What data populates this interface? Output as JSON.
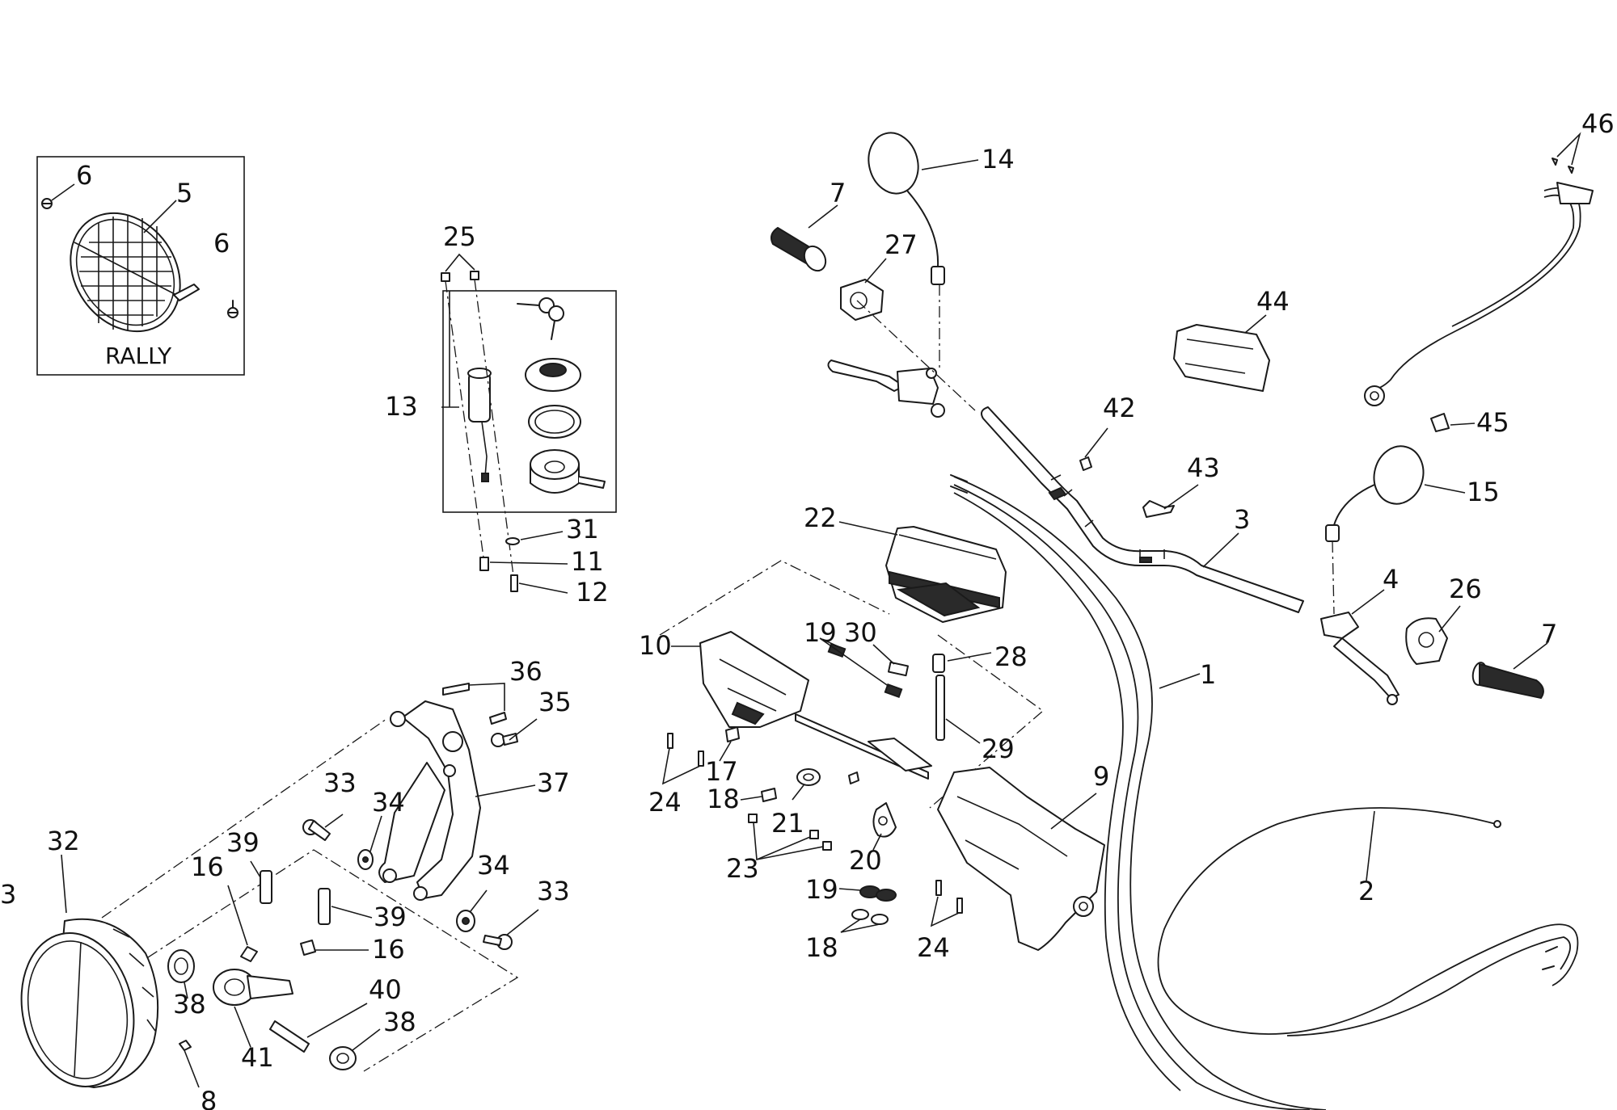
{
  "inset_caption": "RALLY",
  "callouts": {
    "c1": "1",
    "c2": "2",
    "c3": "3",
    "c4": "4",
    "c5": "5",
    "c6a": "6",
    "c6b": "6",
    "c7a": "7",
    "c7b": "7",
    "c8": "8",
    "c9": "9",
    "c10": "10",
    "c11": "11",
    "c12": "12",
    "c13": "13",
    "c14": "14",
    "c15": "15",
    "c16a": "16",
    "c16b": "16",
    "c17": "17",
    "c18a": "18",
    "c18b": "18",
    "c19a": "19",
    "c19b": "19",
    "c20": "20",
    "c21": "21",
    "c22": "22",
    "c23": "23",
    "c24a": "24",
    "c24b": "24",
    "c25": "25",
    "c26": "26",
    "c27": "27",
    "c28": "28",
    "c29": "29",
    "c30": "30",
    "c31": "31",
    "c32": "32",
    "c33a": "33",
    "c33b": "33",
    "c34a": "34",
    "c34b": "34",
    "c35": "35",
    "c36": "36",
    "c37": "37",
    "c38a": "38",
    "c38b": "38",
    "c39a": "39",
    "c39b": "39",
    "c40": "40",
    "c41": "41",
    "c42": "42",
    "c43": "43",
    "c44": "44",
    "c45": "45",
    "c46": "46",
    "c3edge": "3"
  }
}
